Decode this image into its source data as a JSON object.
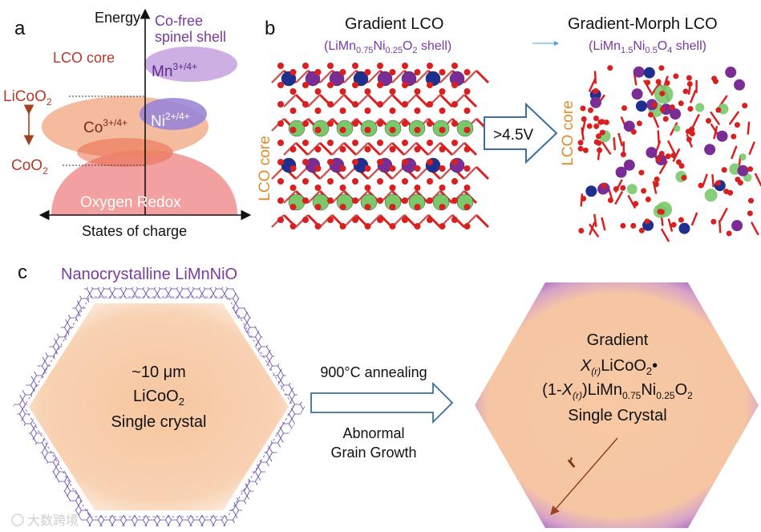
{
  "panel_a": {
    "label": "a",
    "energy_label": "Energy",
    "shell_title_line1": "Co-free",
    "shell_title_line2": "spinel shell",
    "core_title": "LCO core",
    "mn_label": "Mn",
    "mn_sup": "3+/4+",
    "ni_label": "Ni",
    "ni_sup": "2+/4+",
    "co_label": "Co",
    "co_sup": "3+/4+",
    "licoo2_label": "LiCoO",
    "licoo2_sub": "2",
    "coo2_label": "CoO",
    "coo2_sub": "2",
    "oxygen_redox": "Oxygen Redox",
    "x_axis_label": "States of charge"
  },
  "panel_b": {
    "label": "b",
    "left_title": "Gradient LCO",
    "left_shell": {
      "pre": "(LiMn",
      "mn_sub": "0.75",
      "mid": "Ni",
      "ni_sub": "0.25",
      "o": "O",
      "o_sub": "2",
      "post": " shell)"
    },
    "right_title": "Gradient-Morph LCO",
    "right_shell": {
      "pre": "(LiMn",
      "mn_sub": "1.5",
      "mid": "Ni",
      "ni_sub": "0.5",
      "o": "O",
      "o_sub": "4",
      "post": " shell)"
    },
    "core_label": "LCO core",
    "arrow_label": ">4.5V"
  },
  "panel_c": {
    "label": "c",
    "nano_title": "Nanocrystalline LiMnNiO",
    "left_line1": "~10 μm",
    "left_line2": "LiCoO",
    "left_line2_sub": "2",
    "left_line3": "Single crystal",
    "arrow_top": "900°C annealing",
    "arrow_bottom_line1": "Abnormal",
    "arrow_bottom_line2": "Grain Growth",
    "right_line1": "Gradient",
    "right_line2": {
      "x": "X",
      "r": "(r)",
      "text": "LiCoO",
      "sub": "2",
      "bullet": "•"
    },
    "right_line3": {
      "pre": "(1-",
      "x": "X",
      "r": "(r)",
      "mid": ")LiMn",
      "mn_sub": "0.75",
      "ni": "Ni",
      "ni_sub": "0.25",
      "o": "O",
      "o_sub": "2"
    },
    "right_line4": "Single Crystal",
    "radius_label": "r"
  },
  "watermark": "大数跨境",
  "colors": {
    "purple": "#7a3aa0",
    "core_red": "#b23a2a",
    "orange": "#e58a2b",
    "hex_fill": "#f6c9a3",
    "shell_purple": "#a77bd0",
    "oxygen_red": "#d92020",
    "green_atom": "#7bc86a",
    "blue_atom": "#1e2f8f",
    "violet_atom": "#7b2d96"
  }
}
